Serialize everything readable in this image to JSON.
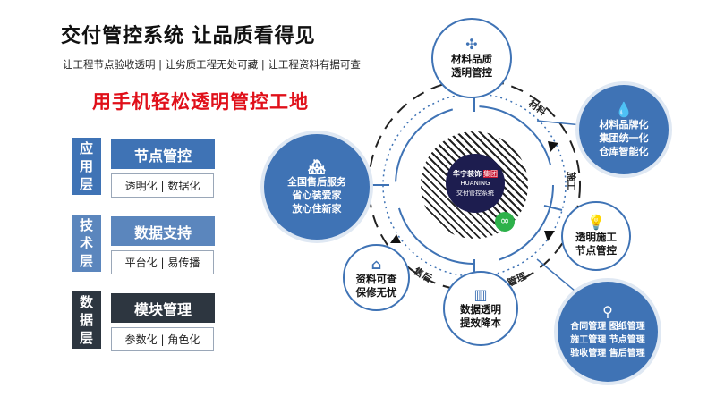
{
  "header": {
    "title": "交付管控系统  让品质看得见",
    "subtitle": "让工程节点验收透明 | 让劣质工程无处可藏 | 让工程资料有据可查",
    "slogan": "用手机轻松透明管控工地"
  },
  "layers": [
    {
      "tag": [
        "应",
        "用",
        "层"
      ],
      "main": "节点管控",
      "sub": "透明化 | 数据化",
      "color": "#3f73b5"
    },
    {
      "tag": [
        "技",
        "术",
        "层"
      ],
      "main": "数据支持",
      "sub": "平台化 | 易传播",
      "color": "#5b86bd"
    },
    {
      "tag": [
        "数",
        "据",
        "层"
      ],
      "main": "模块管理",
      "sub": "参数化 | 角色化",
      "color": "#2d3640"
    }
  ],
  "center": {
    "brand": "华宁装饰",
    "brand_en": "HUANING",
    "group": "集团",
    "system": "交付管控系统"
  },
  "nodes": {
    "material_quality": [
      "材料品质",
      "透明管控"
    ],
    "material_brand": [
      "材料品牌化",
      "集团统一化",
      "仓库智能化"
    ],
    "construction": [
      "透明施工",
      "节点管控"
    ],
    "management": [
      "合同管理  图纸管理",
      "施工管理  节点管理",
      "验收管理  售后管理"
    ],
    "data": [
      "数据透明",
      "提效降本"
    ],
    "records": [
      "资料可查",
      "保修无忧"
    ],
    "service": [
      "全国售后服务",
      "省心装爱家",
      "放心住新家"
    ]
  },
  "arc_labels": {
    "material": "材料",
    "construction": "施工",
    "management": "管理",
    "aftersale": "售后"
  },
  "colors": {
    "blue": "#3f73b5",
    "dark": "#2d3640",
    "red": "#e0101a"
  }
}
